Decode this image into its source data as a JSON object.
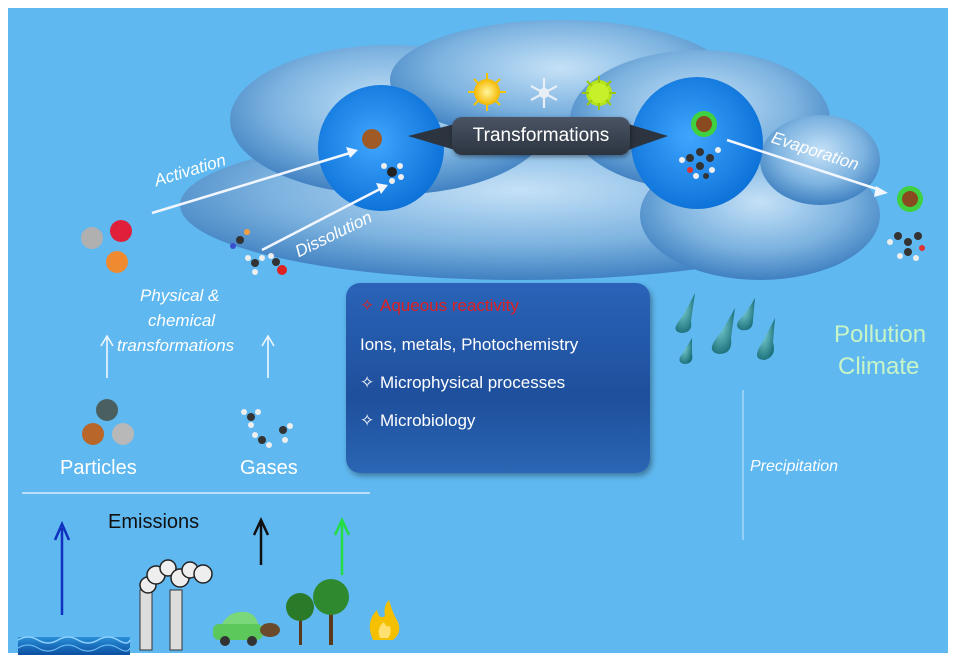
{
  "labels": {
    "transformations": "Transformations",
    "activation": "Activation",
    "dissolution": "Dissolution",
    "evaporation": "Evaporation",
    "physical_chem": [
      "Physical &",
      "chemical",
      "transformations"
    ],
    "particles": "Particles",
    "gases": "Gases",
    "emissions": "Emissions",
    "precipitation": "Precipitation",
    "pollution": "Pollution",
    "climate": "Climate"
  },
  "panel": {
    "bullet_symbol": "✧",
    "line1": "Aqueous reactivity",
    "line2": "Ions, metals, Photochemistry",
    "line3": "Microphysical processes",
    "line4": "Microbiology"
  },
  "colors": {
    "background": "#5fb8f0",
    "accent_red": "#e02020",
    "pollution_climate": "#c8f5c8"
  }
}
